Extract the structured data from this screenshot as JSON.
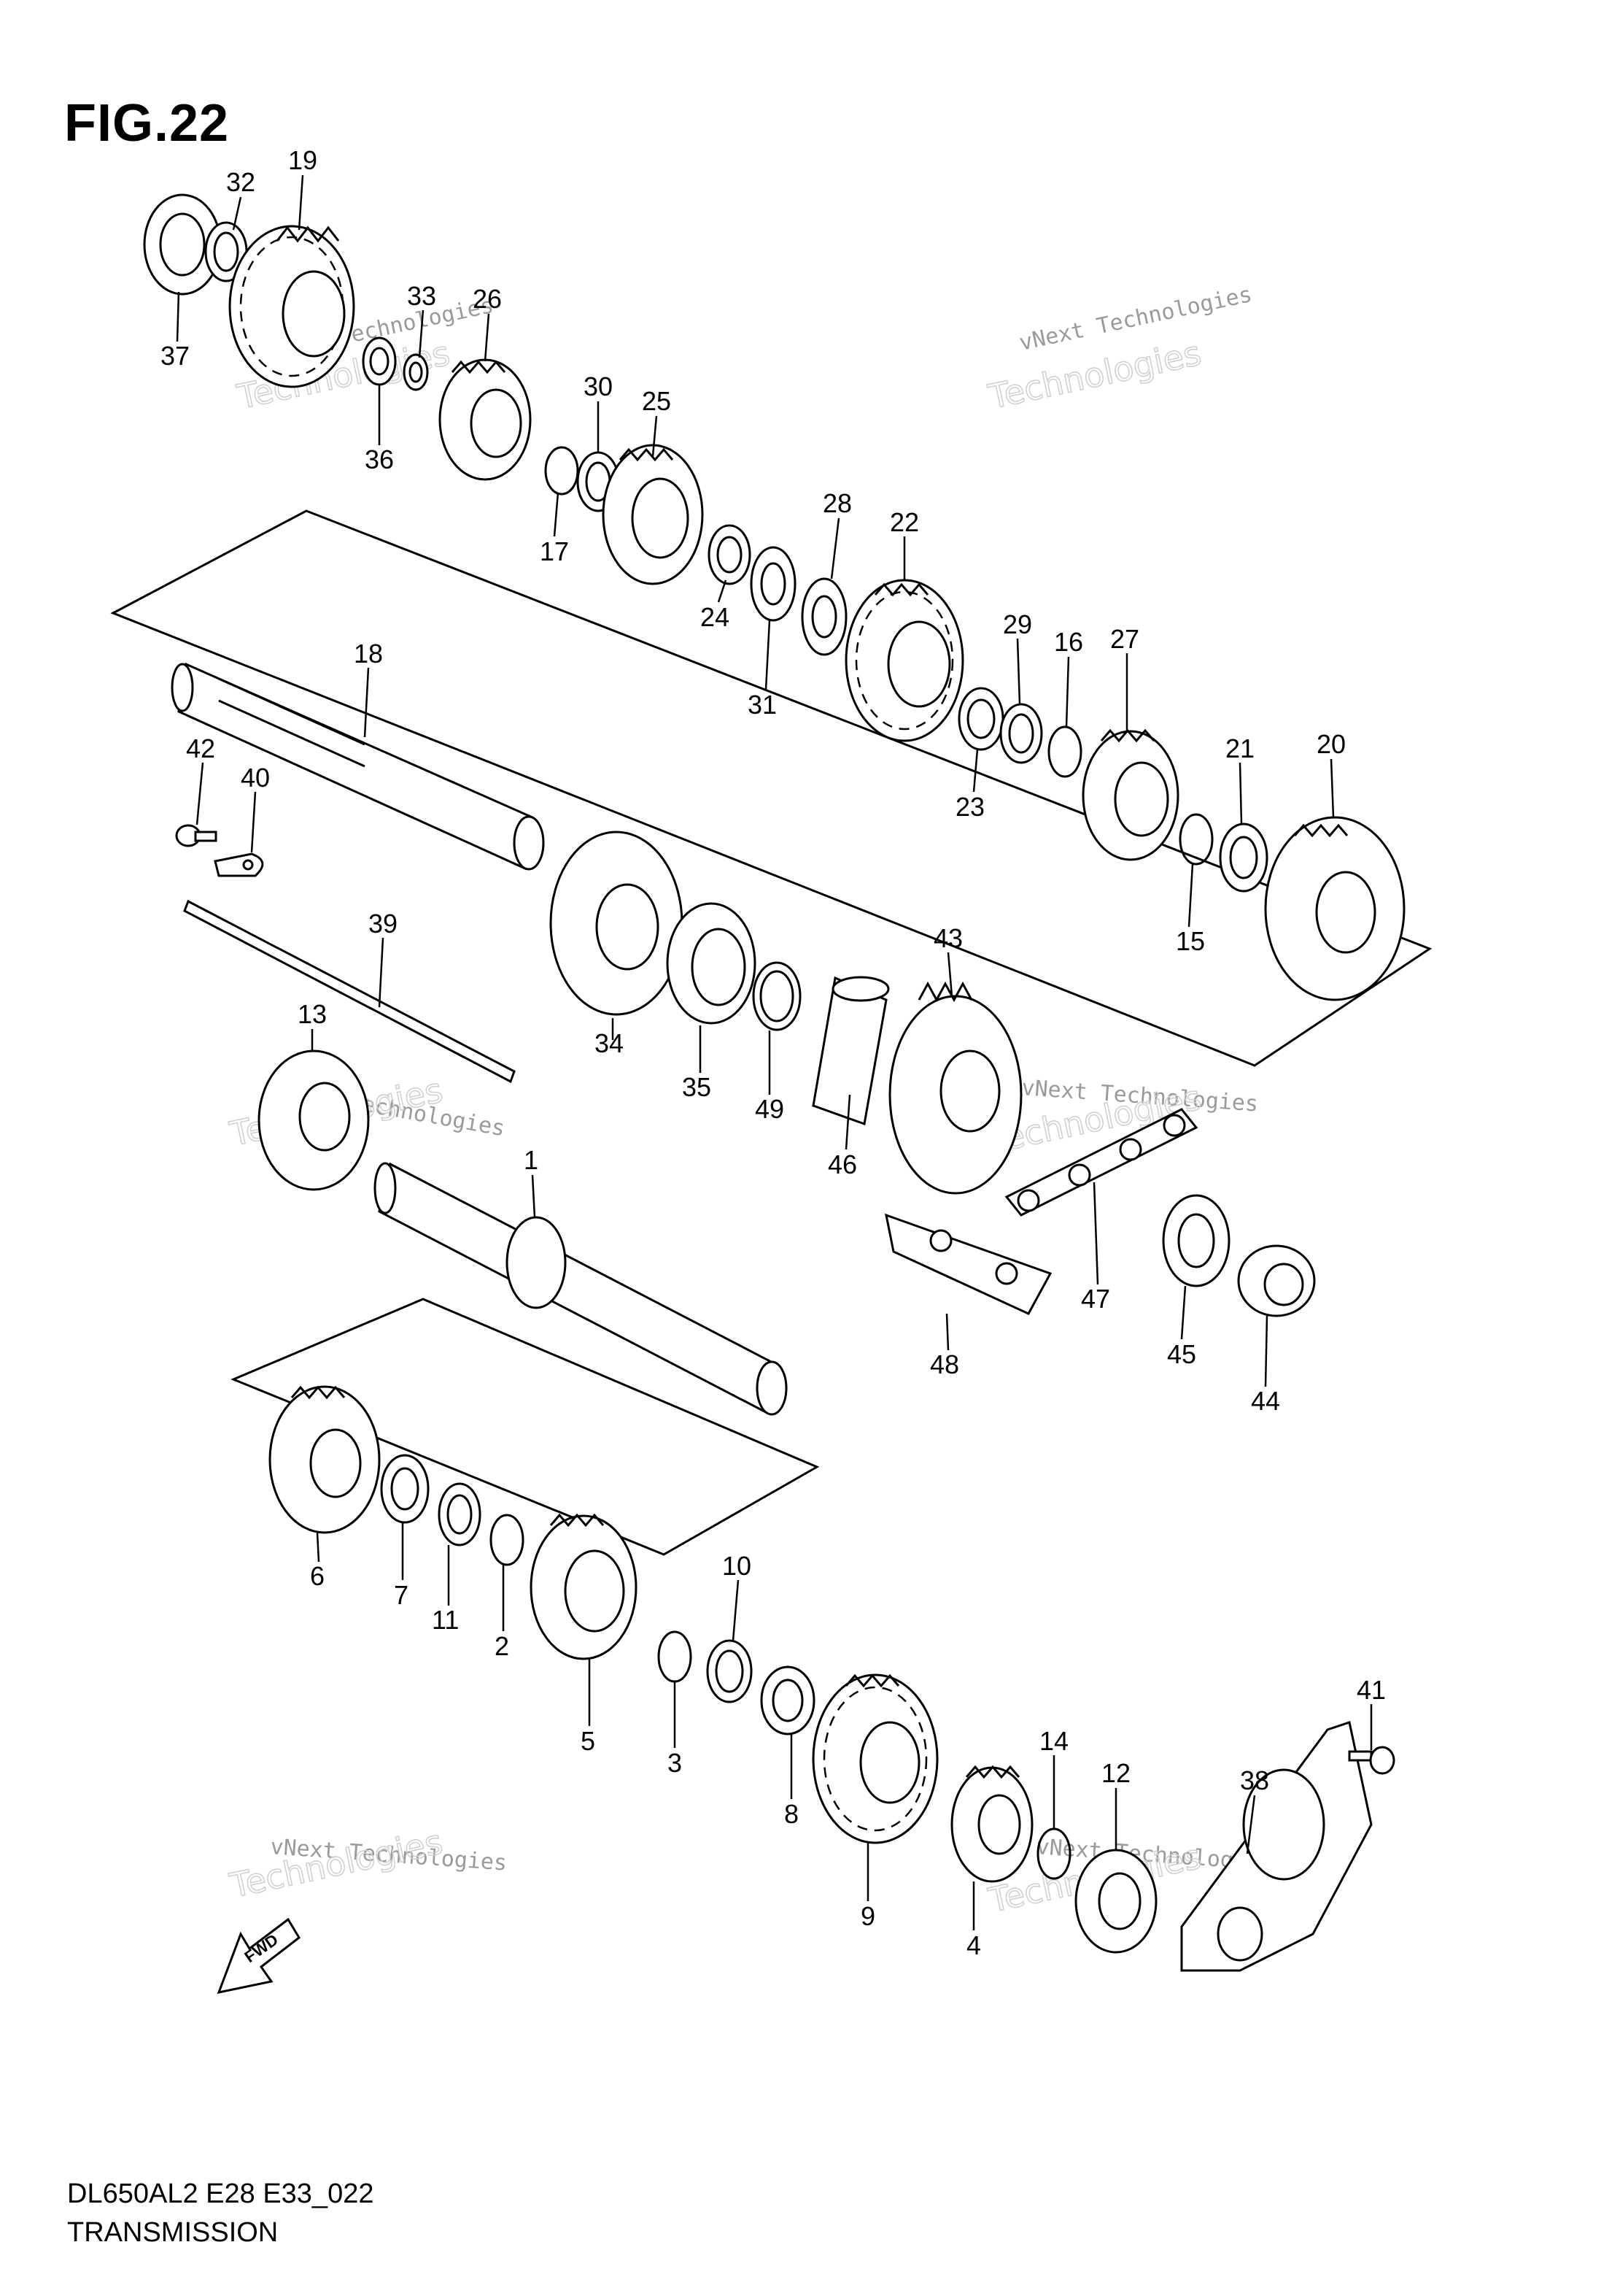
{
  "figure": {
    "title": "FIG.22"
  },
  "footer": {
    "code": "DL650AL2 E28 E33_022",
    "name": "TRANSMISSION"
  },
  "watermarks": [
    {
      "line1": "vNext Technologies",
      "line2": "Technologies"
    },
    {
      "line1": "vNext Technologies",
      "line2": "Technologies"
    },
    {
      "line1": "vNext Technologies",
      "line2": "Technologies"
    },
    {
      "line1": "vNext Technologies",
      "line2": "Technologies"
    },
    {
      "line1": "vNext Technologies",
      "line2": "Technologies"
    },
    {
      "line1": "vNext Technologies",
      "line2": "Technologies"
    }
  ],
  "fwd_label": "FWD",
  "callouts": [
    "1",
    "2",
    "3",
    "4",
    "5",
    "6",
    "7",
    "8",
    "9",
    "10",
    "11",
    "12",
    "13",
    "14",
    "15",
    "16",
    "17",
    "18",
    "19",
    "20",
    "21",
    "22",
    "23",
    "24",
    "25",
    "26",
    "27",
    "28",
    "29",
    "30",
    "31",
    "32",
    "33",
    "34",
    "35",
    "36",
    "37",
    "38",
    "39",
    "40",
    "41",
    "42",
    "43",
    "44",
    "45",
    "46",
    "47",
    "48",
    "49"
  ]
}
